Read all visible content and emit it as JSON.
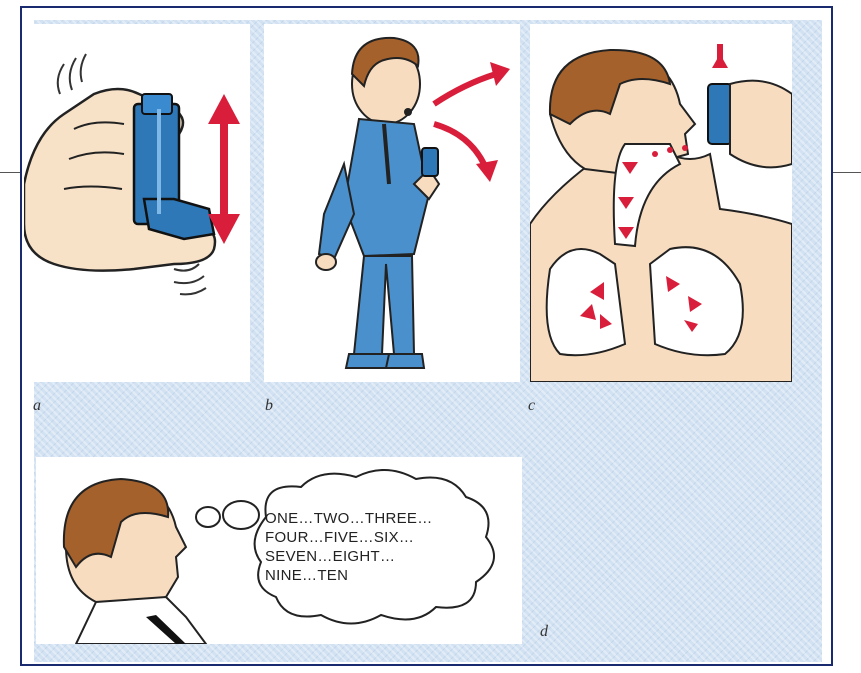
{
  "panels": {
    "a": {
      "label": "a"
    },
    "b": {
      "label": "b"
    },
    "c": {
      "label": "c"
    },
    "d": {
      "label": "d"
    }
  },
  "thought_bubble": {
    "lines": [
      "ONE…TWO…THREE…",
      "FOUR…FIVE…SIX…",
      "SEVEN…EIGHT…",
      "NINE…TEN"
    ]
  },
  "colors": {
    "frame": "#1a2a6e",
    "background_pattern": "#d2e2f2",
    "inhaler_blue": "#2e78b8",
    "arrow_red": "#d81e3a",
    "hair_brown": "#a4612c",
    "skin": "#f7dcc0",
    "suit_blue": "#4a90cc"
  }
}
